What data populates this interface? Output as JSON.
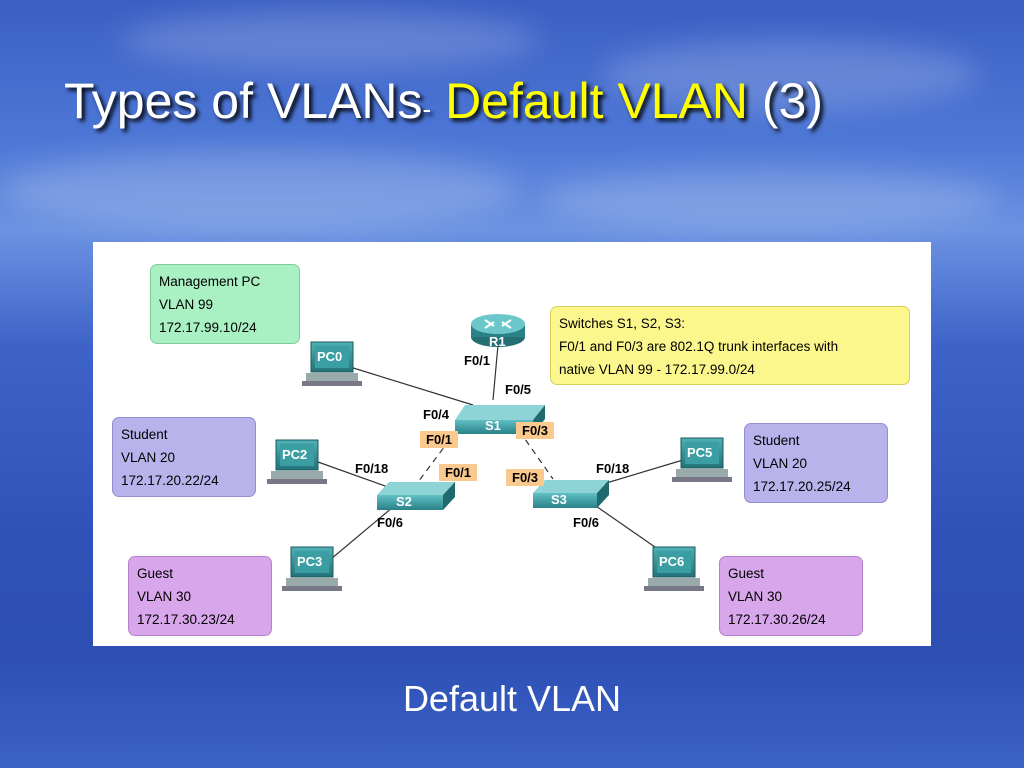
{
  "slide": {
    "title_part1": "Types of VLANs",
    "title_dash": "-",
    "title_highlight": "Default VLAN",
    "title_part3": "(3)",
    "caption": "Default VLAN"
  },
  "diagram": {
    "management_pc": [
      "Management PC",
      "VLAN 99",
      "172.17.99.10/24"
    ],
    "student_left": [
      "Student",
      "VLAN 20",
      "172.17.20.22/24"
    ],
    "guest_left": [
      "Guest",
      "VLAN 30",
      "172.17.30.23/24"
    ],
    "student_right": [
      "Student",
      "VLAN 20",
      "172.17.20.25/24"
    ],
    "guest_right": [
      "Guest",
      "VLAN 30",
      "172.17.30.26/24"
    ],
    "note": [
      "Switches S1, S2, S3:",
      "F0/1 and F0/3 are 802.1Q trunk interfaces with",
      "native VLAN 99 - 172.17.99.0/24"
    ],
    "devices": {
      "r1": "R1",
      "s1": "S1",
      "s2": "S2",
      "s3": "S3",
      "pc0": "PC0",
      "pc2": "PC2",
      "pc3": "PC3",
      "pc5": "PC5",
      "pc6": "PC6"
    },
    "ports": {
      "r1_f01": "F0/1",
      "s1_f05": "F0/5",
      "s1_f04": "F0/4",
      "s1_f01": "F0/1",
      "s1_f03": "F0/3",
      "s2_f01": "F0/1",
      "s2_f018": "F0/18",
      "s2_f06": "F0/6",
      "s3_f03": "F0/3",
      "s3_f018": "F0/18",
      "s3_f06": "F0/6"
    },
    "colors": {
      "management": "#a9f0c3",
      "student": "#b9b3ec",
      "guest": "#d8a6ea",
      "note": "#fbf78c",
      "trunk_port": "#f9c98d",
      "device": "#2f8f93"
    }
  }
}
